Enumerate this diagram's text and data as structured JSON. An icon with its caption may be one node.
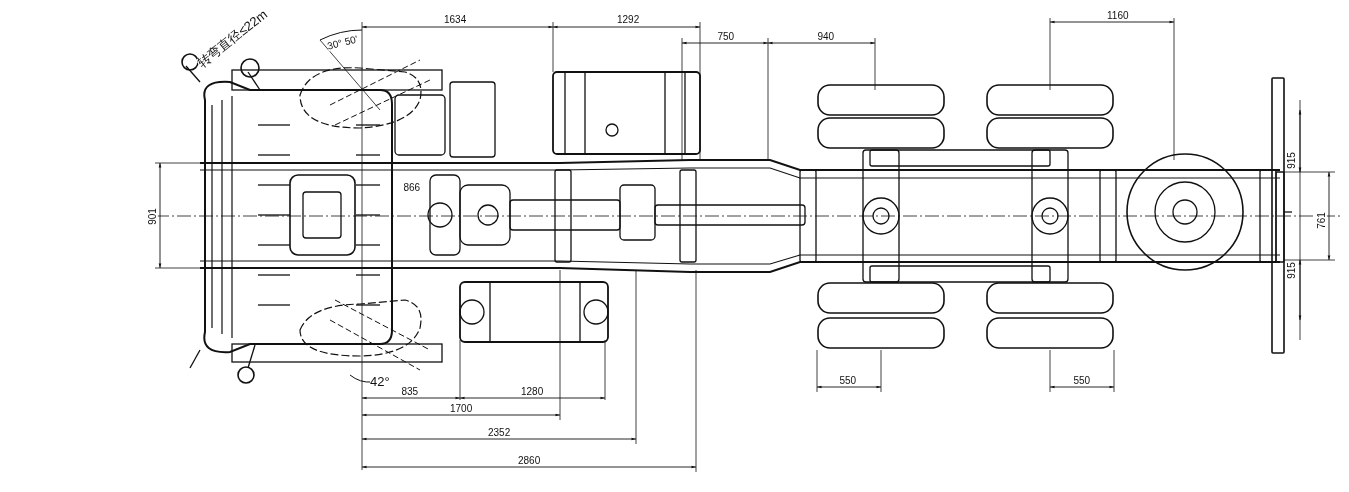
{
  "diagram": {
    "labels": [
      "转弯直径≤22m",
      "30° 50'",
      "1634",
      "1292",
      "750",
      "940",
      "1160",
      "901",
      "866",
      "915",
      "761",
      "915",
      "42°",
      "835",
      "1280",
      "1700",
      "2352",
      "2860",
      "550",
      "550"
    ]
  }
}
